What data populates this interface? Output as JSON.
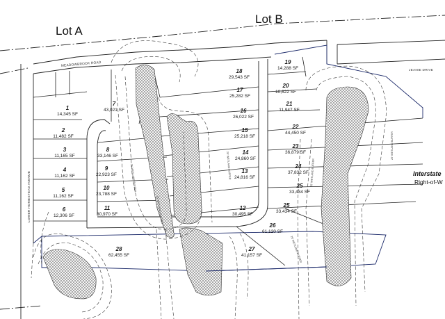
{
  "title_lot_a": "Lot A",
  "title_lot_b": "Lot B",
  "roads": {
    "meadowbrook": "MEADOWBROOK ROAD",
    "jeanie": "JEANIE DRIVE",
    "lower_homestead": "LOWER HOMESTEAD AVENUE"
  },
  "interstate": {
    "name": "Interstate",
    "row": "Right-of-W"
  },
  "wetland_buffer_label": "25' WETLAND BUFFER",
  "lots": [
    {
      "num": "1",
      "area": "14,345 SF"
    },
    {
      "num": "2",
      "area": "11,482 SF"
    },
    {
      "num": "3",
      "area": "11,165 SF"
    },
    {
      "num": "4",
      "area": "11,162 SF"
    },
    {
      "num": "5",
      "area": "11,162 SF"
    },
    {
      "num": "6",
      "area": "12,306 SF"
    },
    {
      "num": "7",
      "area": "43,021 SF"
    },
    {
      "num": "8",
      "area": "33,146 SF"
    },
    {
      "num": "9",
      "area": "22,923 SF"
    },
    {
      "num": "10",
      "area": "23,788 SF"
    },
    {
      "num": "11",
      "area": "30,970 SF"
    },
    {
      "num": "12",
      "area": "30,495 SF"
    },
    {
      "num": "13",
      "area": "24,816 SF"
    },
    {
      "num": "14",
      "area": "24,860 SF"
    },
    {
      "num": "15",
      "area": "25,218 SF"
    },
    {
      "num": "16",
      "area": "26,022 SF"
    },
    {
      "num": "17",
      "area": "25,282 SF"
    },
    {
      "num": "18",
      "area": "29,543 SF"
    },
    {
      "num": "19",
      "area": "14,288 SF"
    },
    {
      "num": "20",
      "area": "10,622 SF"
    },
    {
      "num": "21",
      "area": "11,947 SF"
    },
    {
      "num": "22",
      "area": "44,450 SF"
    },
    {
      "num": "23",
      "area": "36,879 SF"
    },
    {
      "num": "24",
      "area": "37,832 SF"
    },
    {
      "num": "25",
      "area": "33,434 SF"
    },
    {
      "num": "25",
      "area": "33,434 SF"
    },
    {
      "num": "26",
      "area": "61,120 SF"
    },
    {
      "num": "27",
      "area": "41,157 SF"
    },
    {
      "num": "28",
      "area": "62,455 SF"
    }
  ]
}
